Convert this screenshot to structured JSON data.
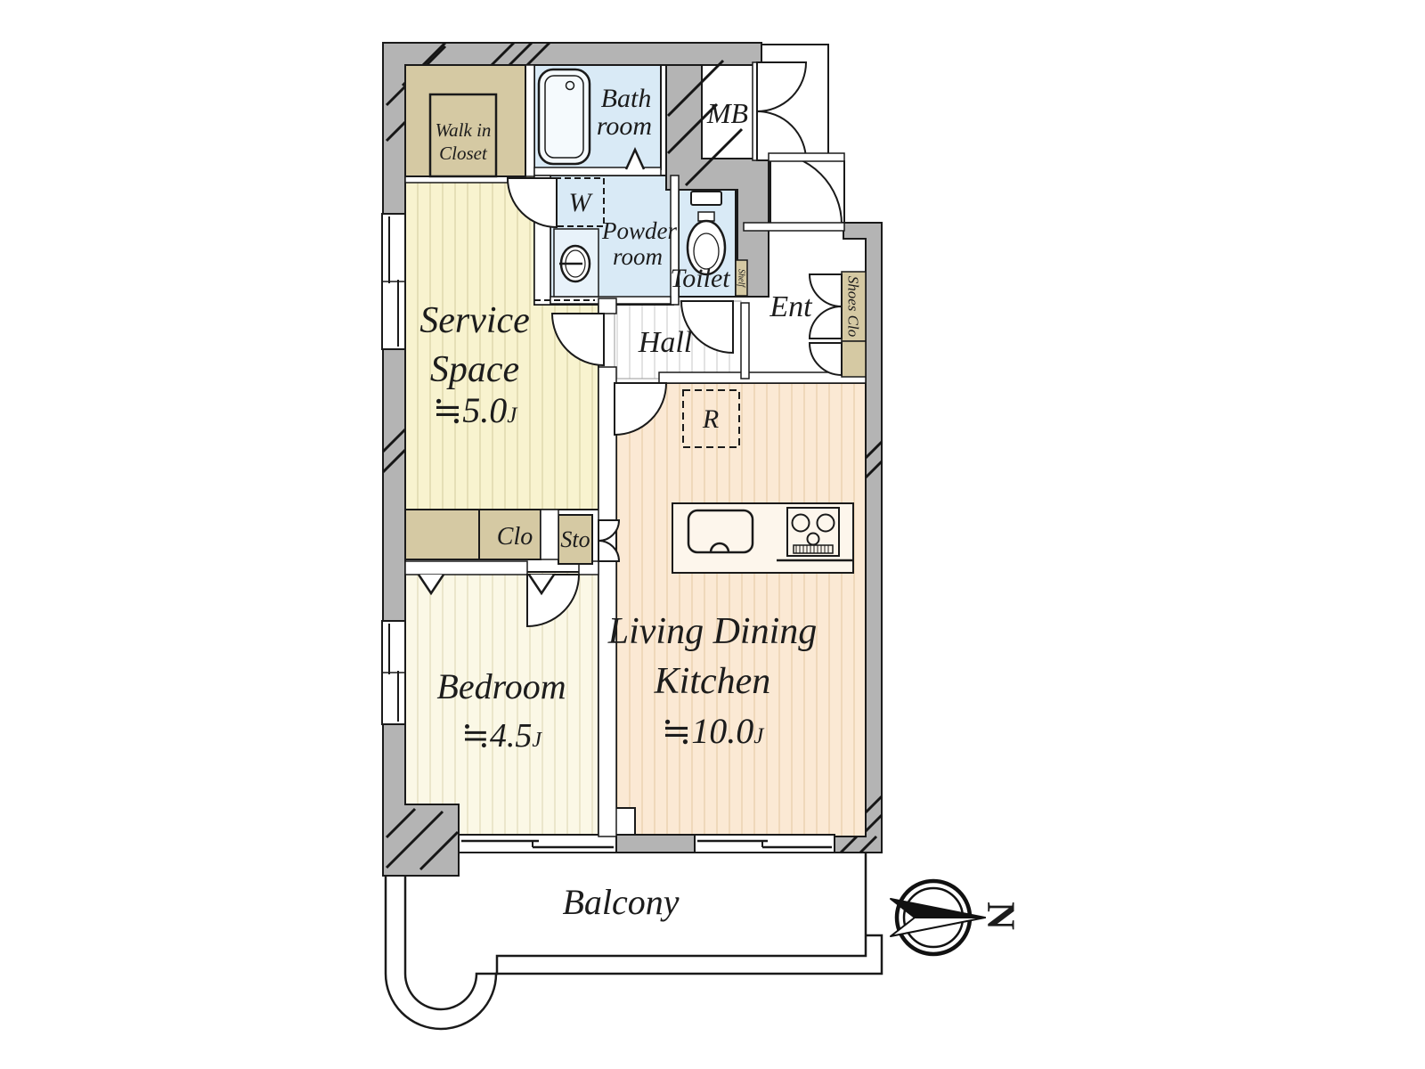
{
  "floorplan": {
    "compass": {
      "north_label": "N"
    },
    "rooms": {
      "walk_in_closet": {
        "line1": "Walk in",
        "line2": "Closet"
      },
      "bathroom": {
        "line1": "Bath",
        "line2": "room"
      },
      "meter_box": {
        "label": "MB"
      },
      "washer": {
        "label": "W"
      },
      "powder_room": {
        "line1": "Powder",
        "line2": "room"
      },
      "toilet": {
        "label": "Toilet"
      },
      "shelf": {
        "label": "Shelf"
      },
      "entrance": {
        "label": "Ent"
      },
      "shoes_closet": {
        "label": "Shoes Clo"
      },
      "hall": {
        "label": "Hall"
      },
      "service_space": {
        "line1": "Service",
        "line2": "Space",
        "area_value": "≒5.0",
        "area_unit": "J"
      },
      "closet": {
        "label": "Clo"
      },
      "storage": {
        "label": "Sto"
      },
      "refrigerator": {
        "label": "R"
      },
      "bedroom": {
        "label": "Bedroom",
        "area_value": "≒4.5",
        "area_unit": "J"
      },
      "ldk": {
        "line1": "Living Dining",
        "line2": "Kitchen",
        "area_value": "≒10.0",
        "area_unit": "J"
      },
      "balcony": {
        "label": "Balcony"
      }
    },
    "colors": {
      "wall": "#b4b4b4",
      "outline": "#1a1a1a",
      "tan": "#d5c9a3",
      "blue": "#d9eaf6",
      "service_floor": "#f8f3cf",
      "bedroom_floor": "#fbf8e6",
      "ldk_floor": "#fbe9d4",
      "white": "#ffffff"
    }
  }
}
